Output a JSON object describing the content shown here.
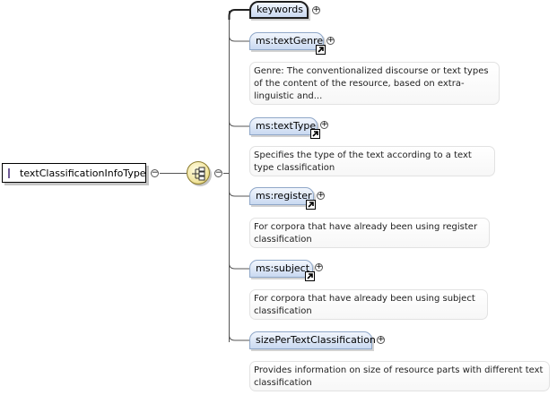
{
  "root": {
    "label": "textClassificationInfoType",
    "icon": "complex-type-icon"
  },
  "colors": {
    "element_fill_top": "#f2f6fd",
    "element_fill_bottom": "#c9d9f1",
    "element_border": "#8fa7c8",
    "compositor_fill": "#f2e6a2",
    "connector": "#555555",
    "type_icon": "#c8b4e4"
  },
  "compositor": {
    "kind": "sequence",
    "icon": "sequence-compositor-icon"
  },
  "elements": [
    {
      "name": "keywords",
      "ref": false,
      "annotation": ""
    },
    {
      "name": "ms:textGenre",
      "ref": true,
      "annotation": "Genre: The conventionalized discourse or text types of the content of the resource, based on extra-linguistic and..."
    },
    {
      "name": "ms:textType",
      "ref": true,
      "annotation": "Specifies the type of the text according to a text type classification"
    },
    {
      "name": "ms:register",
      "ref": true,
      "annotation": "For corpora that have already been using register classification"
    },
    {
      "name": "ms:subject",
      "ref": true,
      "annotation": "For corpora that have already been using subject classification"
    },
    {
      "name": "sizePerTextClassification",
      "ref": false,
      "annotation": "Provides information on size of resource parts with different text classification"
    }
  ]
}
